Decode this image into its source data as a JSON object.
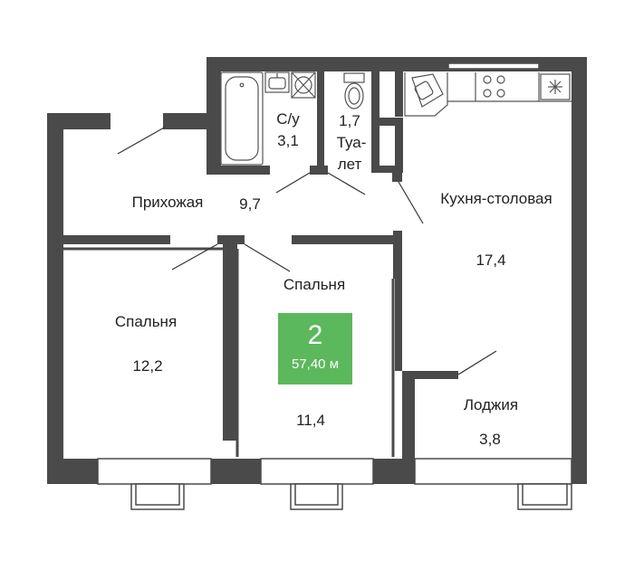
{
  "colors": {
    "wall": "#4a4a4a",
    "accent": "#5cb85c",
    "line": "#333333",
    "window": "#ffffff"
  },
  "badge": {
    "rooms": "2",
    "area": "57,40 м"
  },
  "rooms": {
    "bathroom": {
      "name": "С/у",
      "area": "3,1"
    },
    "toilet": {
      "area": "1,7",
      "name_line1": "Туа-",
      "name_line2": "лет"
    },
    "hall": {
      "name": "Прихожая",
      "area": "9,7"
    },
    "kitchen": {
      "name": "Кухня-столовая",
      "area": "17,4"
    },
    "bedroom_left": {
      "name": "Спальня",
      "area": "12,2"
    },
    "bedroom_center": {
      "name": "Спальня",
      "area": "11,4"
    },
    "loggia": {
      "name": "Лоджия",
      "area": "3,8"
    }
  },
  "icons": {
    "bathtub": "bathtub-icon",
    "sink": "sink-icon",
    "washer": "washing-machine-icon",
    "toilet": "toilet-icon",
    "kitchen_sink": "kitchen-sink-icon",
    "stove": "stove-icon",
    "fridge": "fridge-icon"
  }
}
